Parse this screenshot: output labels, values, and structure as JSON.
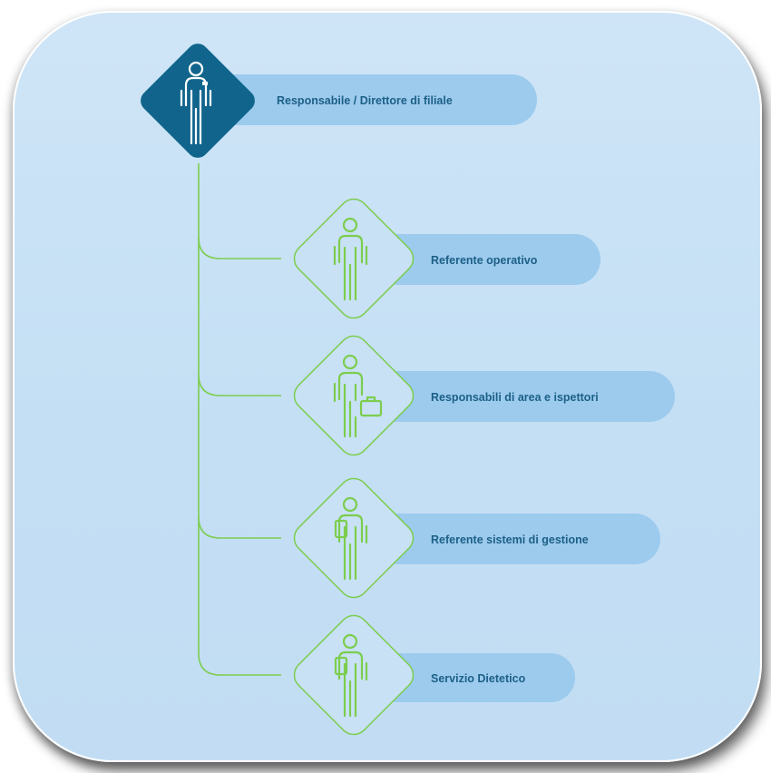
{
  "colors": {
    "card_background": "#c8e1f5",
    "pill": "#9ccbee",
    "pill_text": "#1d5f86",
    "root_diamond": "#11658c",
    "root_icon": "#ffffff",
    "child_outline": "#7ccd4e",
    "connector": "#7ccd4e"
  },
  "root": {
    "label": "Responsabile / Direttore di filiale",
    "icon": "person-icon"
  },
  "children": [
    {
      "label": "Referente operativo",
      "icon": "person-icon"
    },
    {
      "label": "Responsabili di area e ispettori",
      "icon": "person-briefcase-icon"
    },
    {
      "label": "Referente sistemi di gestione",
      "icon": "person-folder-icon"
    },
    {
      "label": "Servizio Dietetico",
      "icon": "person-folder-icon"
    }
  ]
}
